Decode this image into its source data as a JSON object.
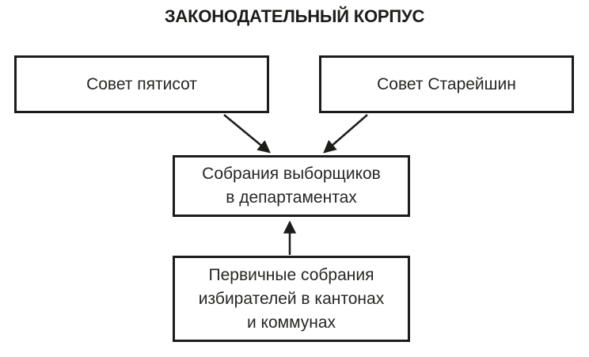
{
  "diagram": {
    "title": "ЗАКОНОДАТЕЛЬНЫЙ КОРПУС",
    "nodes": [
      {
        "id": "council-500",
        "label": "Совет пятисот",
        "lines": [
          "Совет пятисот"
        ]
      },
      {
        "id": "council-elders",
        "label": "Совет Старейшин",
        "lines": [
          "Совет Старейшин"
        ]
      },
      {
        "id": "elector-assemblies",
        "label": "Собрания выборщиков в департаментах",
        "lines": [
          "Собрания выборщиков",
          "в департаментах"
        ]
      },
      {
        "id": "primary-assemblies",
        "label": "Первичные собрания избирателей в кантонах и коммунах",
        "lines": [
          "Первичные собрания",
          "избирателей в кантонах",
          "и коммунах"
        ]
      }
    ],
    "edges": [
      {
        "from": "Совет пятисот",
        "to": "Собрания выборщиков в департаментах",
        "direction": "down"
      },
      {
        "from": "Совет Старейшин",
        "to": "Собрания выборщиков в департаментах",
        "direction": "down"
      },
      {
        "from": "Первичные собрания избирателей в кантонах и коммунах",
        "to": "Собрания выборщиков в департаментах",
        "direction": "up"
      }
    ],
    "colors": {
      "ink": "#1c1c1a",
      "background": "#ffffff"
    }
  }
}
